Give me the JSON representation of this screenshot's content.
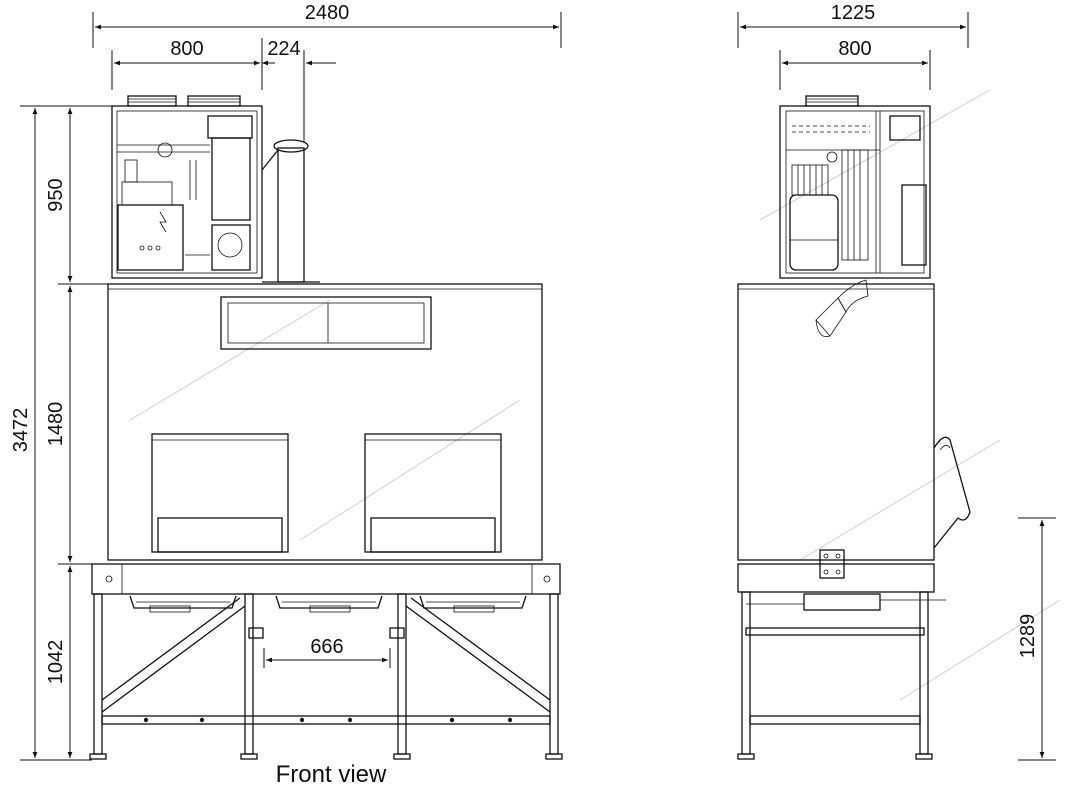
{
  "drawing": {
    "front_view": {
      "caption": "Front view",
      "dims": {
        "overall_width": "2480",
        "top_unit_width": "800",
        "duct_offset": "224",
        "overall_height": "3472",
        "top_unit_height": "950",
        "bin_height": "1480",
        "stand_height": "1042",
        "leg_spacing": "666"
      }
    },
    "side_view": {
      "dims": {
        "overall_depth": "1225",
        "top_unit_depth": "800",
        "chute_height": "1289"
      }
    }
  },
  "colors": {
    "line": "#111111",
    "faint_line": "#cfcfcf",
    "background": "#ffffff"
  }
}
